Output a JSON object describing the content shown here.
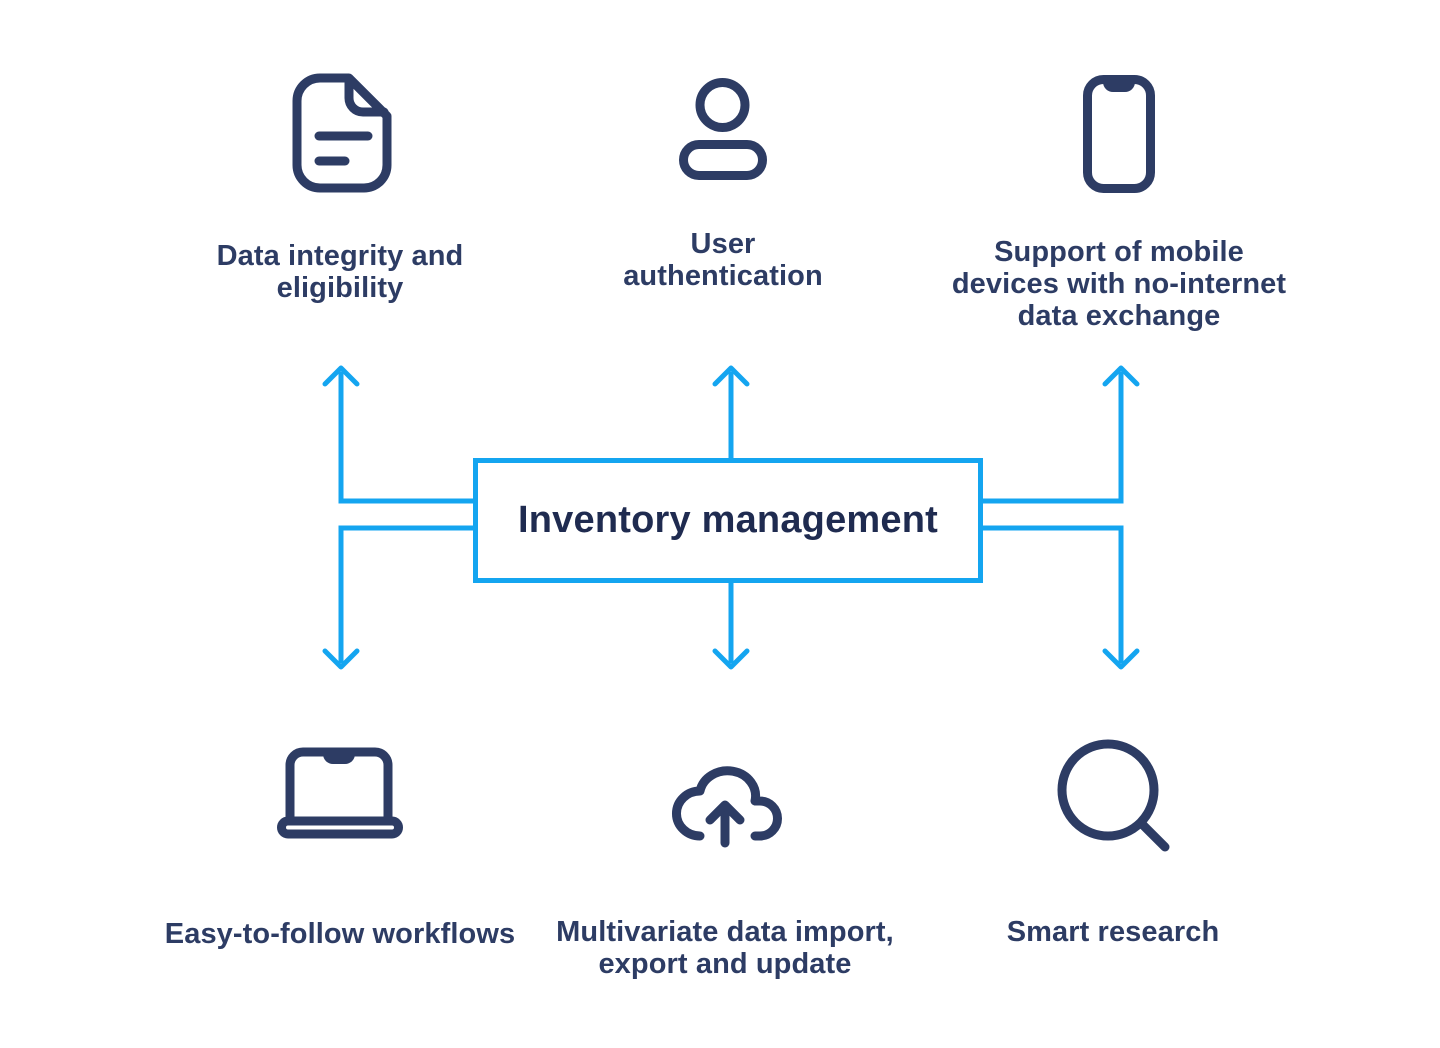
{
  "diagram": {
    "title": "Inventory management",
    "features": [
      {
        "name": "data-integrity",
        "icon": "document-icon",
        "label": "Data integrity and\neligibility"
      },
      {
        "name": "user-authentication",
        "icon": "user-icon",
        "label": "User\nauthentication"
      },
      {
        "name": "mobile-support",
        "icon": "smartphone-icon",
        "label": "Support of mobile\ndevices with no-internet\ndata exchange"
      },
      {
        "name": "workflows",
        "icon": "laptop-icon",
        "label": "Easy-to-follow workflows"
      },
      {
        "name": "data-import-export",
        "icon": "cloud-upload-icon",
        "label": "Multivariate data import,\nexport and update"
      },
      {
        "name": "smart-research",
        "icon": "search-icon",
        "label": "Smart research"
      }
    ],
    "colors": {
      "accent_blue": "#14a5f0",
      "icon_navy": "#2d3c64",
      "title_navy": "#1f2b50",
      "background": "#ffffff"
    }
  }
}
